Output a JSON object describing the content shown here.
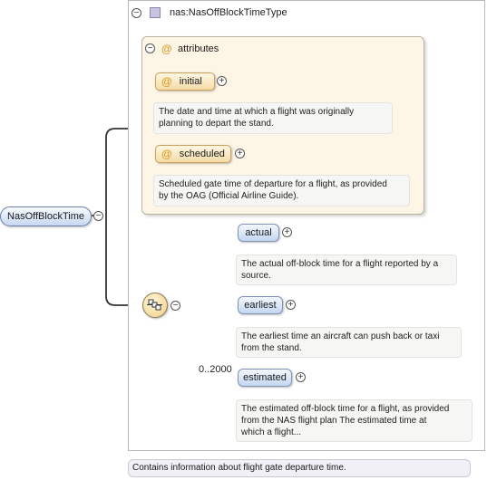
{
  "root": {
    "name": "NasOffBlockTime",
    "documentation": "Contains information about flight gate departure time."
  },
  "type": {
    "name": "nas:NasOffBlockTimeType"
  },
  "attributes": {
    "label": "attributes",
    "at_symbol": "@",
    "items": [
      {
        "name": "initial",
        "documentation_line1": "The date and time at which a flight was originally",
        "documentation_line2": "planning to depart the stand."
      },
      {
        "name": "scheduled",
        "documentation_line1": "Scheduled gate time of departure for a flight, as provided",
        "documentation_line2": "by the OAG (Official Airline Guide)."
      }
    ]
  },
  "sequence": {
    "occurrence": "0..2000",
    "elements": [
      {
        "name": "actual",
        "documentation_line1": "The actual off-block time for a flight reported by a",
        "documentation_line2": "source.",
        "documentation_line3": ""
      },
      {
        "name": "earliest",
        "documentation_line1": "The earliest time an aircraft can push back or taxi",
        "documentation_line2": "from the stand.",
        "documentation_line3": ""
      },
      {
        "name": "estimated",
        "documentation_line1": "The estimated off-block time for a flight, as provided",
        "documentation_line2": "from the NAS flight plan The estimated time at",
        "documentation_line3": "which a flight..."
      }
    ]
  },
  "toggles": {
    "expanded": "−",
    "collapsed": "+"
  },
  "colors": {
    "element_fill": "#c3d6f1",
    "attribute_fill": "#f4dca6",
    "group_fill": "#fdf5e6",
    "connector": "#333333"
  },
  "icons": {
    "type": "complex-type-icon",
    "sequence": "sequence-compositor-icon",
    "attribute": "attribute-at-icon"
  }
}
